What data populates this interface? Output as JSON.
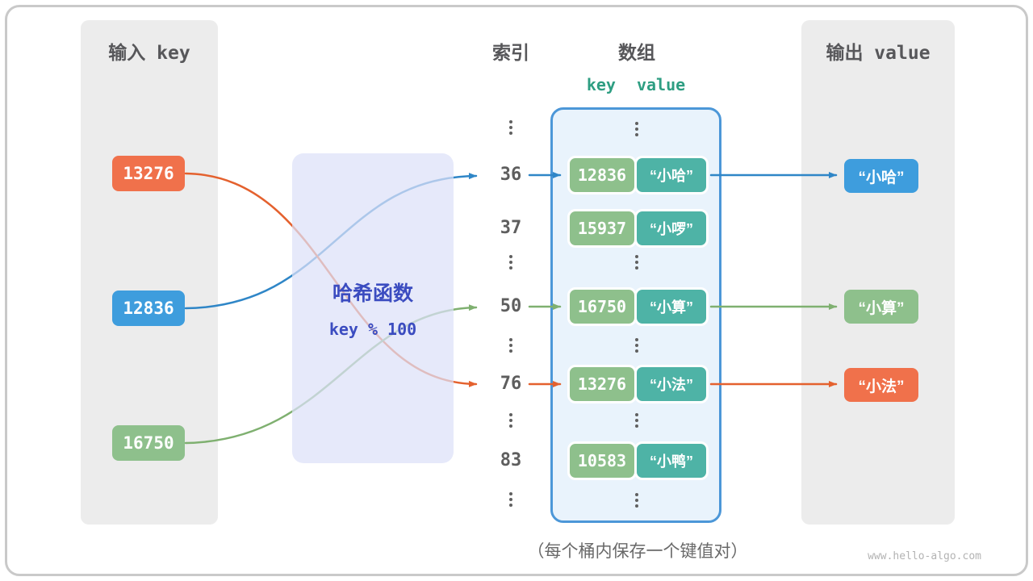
{
  "colors": {
    "orange": "#F0714B",
    "blue": "#3E9DDD",
    "green": "#8EC08C",
    "teal": "#4EB3A6",
    "panel_gray": "#ECECEC",
    "hash_bg": "#E7EAFA",
    "hash_text": "#3B4CC0",
    "array_bg": "#E9F3FC",
    "array_border": "#4C97D8",
    "arrow_blue": "#2F86C7",
    "arrow_green": "#7FB070",
    "arrow_orange": "#E4612E"
  },
  "input_panel": {
    "title": "输入 key",
    "keys": [
      {
        "label": "13276",
        "color": "orange"
      },
      {
        "label": "12836",
        "color": "blue"
      },
      {
        "label": "16750",
        "color": "green"
      }
    ]
  },
  "hash_box": {
    "title": "哈希函数",
    "formula": "key % 100"
  },
  "index_column": {
    "title": "索引",
    "values": [
      "36",
      "37",
      "50",
      "76",
      "83"
    ]
  },
  "array_panel": {
    "title": "数组",
    "header_key": "key",
    "header_value": "value",
    "buckets": [
      {
        "key": "12836",
        "value": "“小哈”"
      },
      {
        "key": "15937",
        "value": "“小啰”"
      },
      {
        "key": "16750",
        "value": "“小算”"
      },
      {
        "key": "13276",
        "value": "“小法”"
      },
      {
        "key": "10583",
        "value": "“小鸭”"
      }
    ]
  },
  "output_panel": {
    "title": "输出 value",
    "values": [
      {
        "label": "“小哈”",
        "color": "blue"
      },
      {
        "label": "“小算”",
        "color": "green"
      },
      {
        "label": "“小法”",
        "color": "orange"
      }
    ]
  },
  "caption": "（每个桶内保存一个键值对）",
  "watermark": "www.hello-algo.com"
}
